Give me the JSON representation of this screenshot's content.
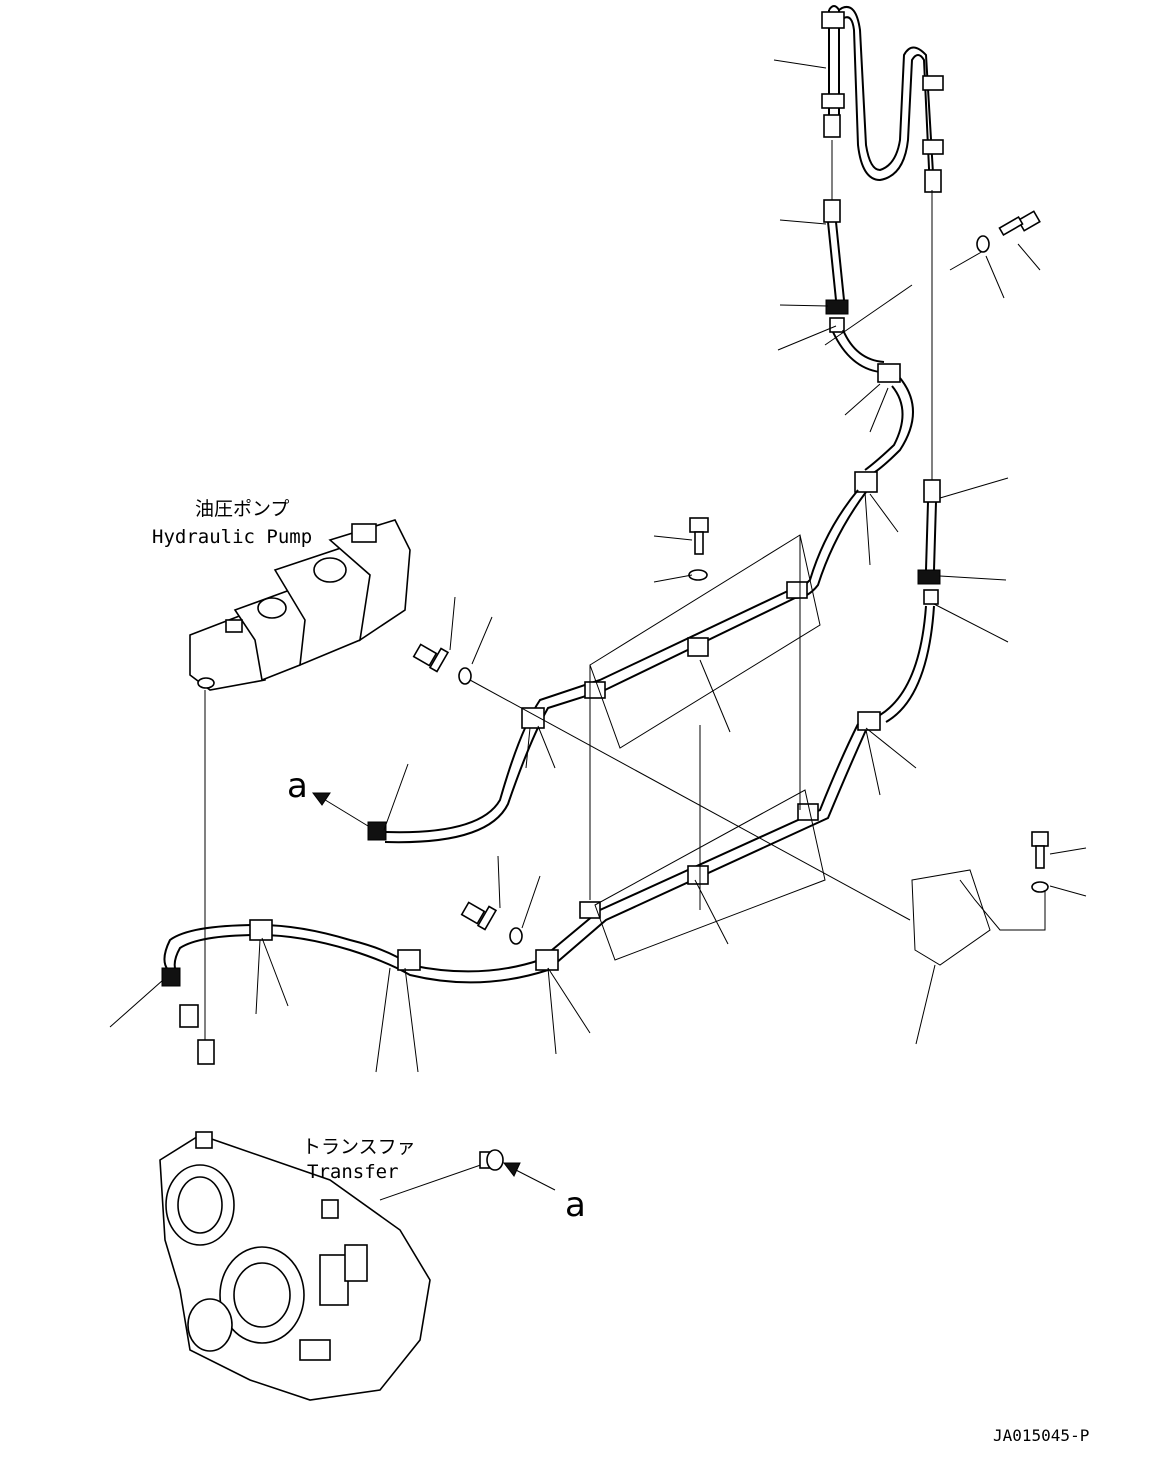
{
  "labels": {
    "hydraulic_pump_jp": "油圧ポンプ",
    "hydraulic_pump_en": "Hydraulic Pump",
    "transfer_jp": "トランスファ",
    "transfer_en": "Transfer",
    "view_a_upper": "a",
    "view_a_lower": "a",
    "drawing_number": "JA015045-P"
  },
  "colors": {
    "line": "#000000",
    "background": "#ffffff"
  }
}
